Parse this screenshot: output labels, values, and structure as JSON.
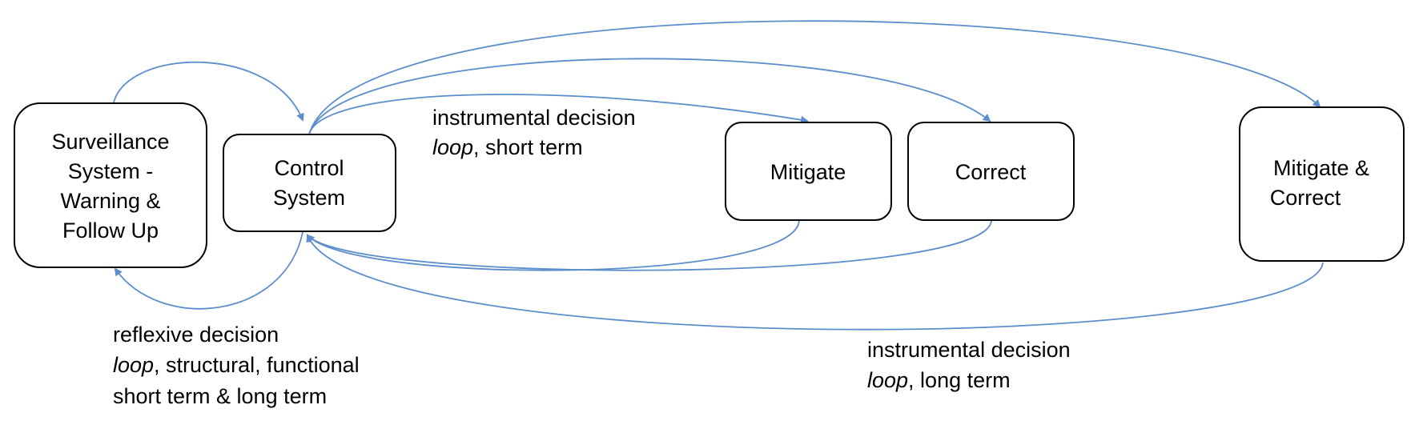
{
  "nodes": {
    "surveillance": {
      "lines": [
        "Surveillance",
        "System -",
        "Warning &",
        "Follow Up"
      ]
    },
    "control": {
      "lines": [
        "Control",
        "System"
      ]
    },
    "mitigate": {
      "lines": [
        "Mitigate"
      ]
    },
    "correct": {
      "lines": [
        "Correct"
      ]
    },
    "mitigate_correct": {
      "lines": [
        "Mitigate &",
        "Correct"
      ]
    }
  },
  "labels": {
    "instrumental_short": {
      "line1": "instrumental decision",
      "line2_italic": "loop",
      "line2_rest": ", short term"
    },
    "reflexive": {
      "line1": "reflexive decision",
      "line2_italic": "loop",
      "line2_rest": ", structural, functional",
      "line3": "short term & long term"
    },
    "instrumental_long": {
      "line1": "instrumental decision",
      "line2_italic": "loop",
      "line2_rest": ", long term"
    }
  },
  "colors": {
    "arrow": "#5b8ecb",
    "box_stroke": "#000000",
    "text": "#000000"
  }
}
